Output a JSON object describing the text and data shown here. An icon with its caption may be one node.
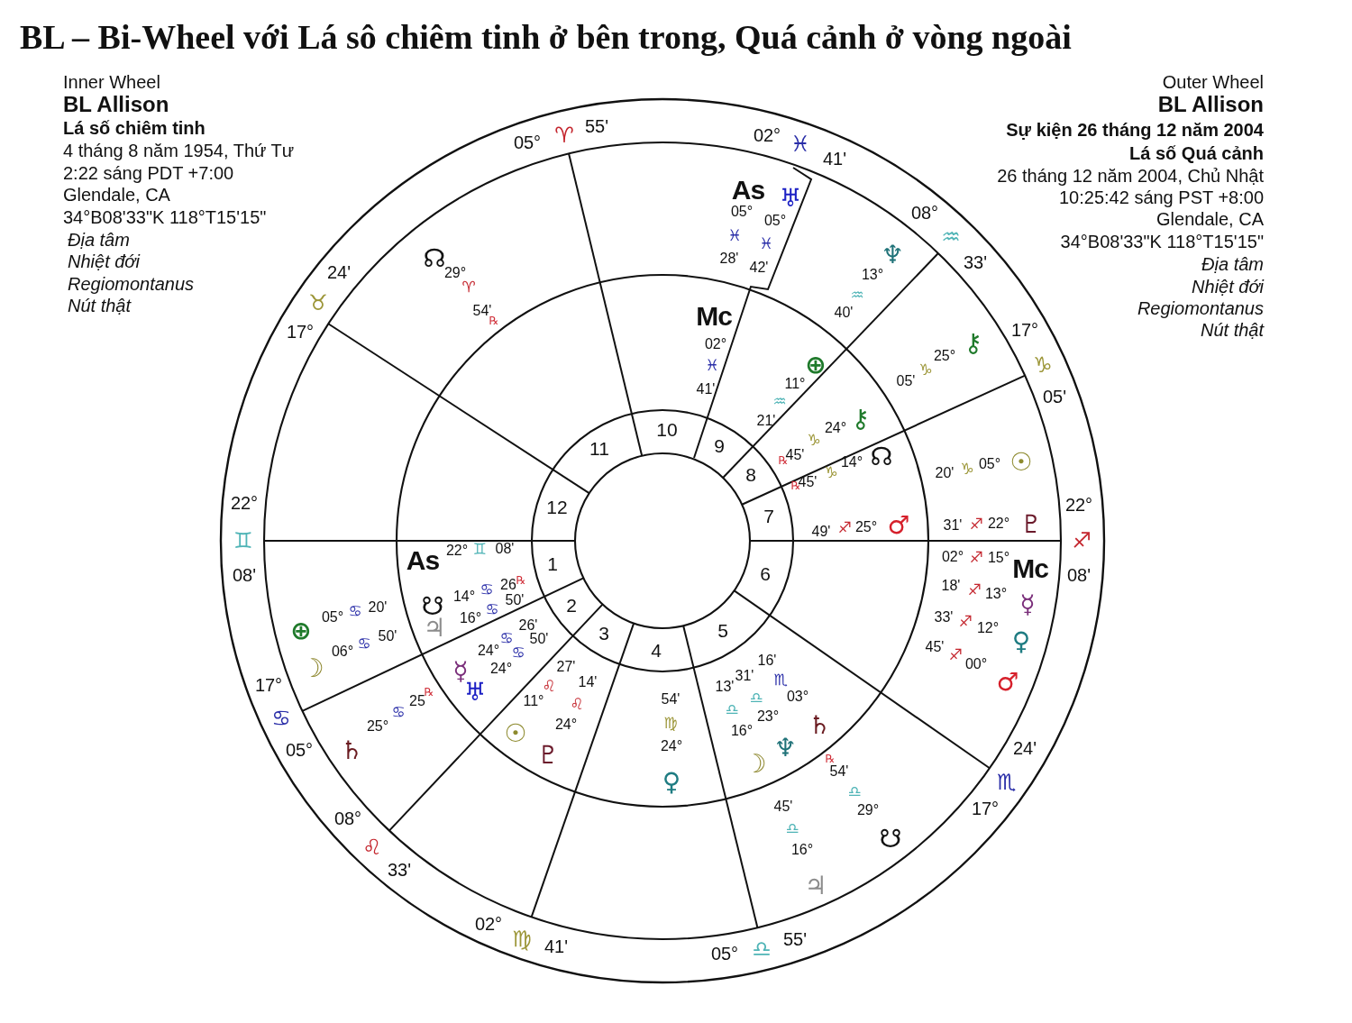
{
  "diagram": {
    "title": "BL – Bi-Wheel với Lá sô chiêm tinh ở bên trong, Quá cảnh ở vòng ngoài",
    "labels": [
      "Inner Wheel",
      "BL Allison",
      "Lá số chiêm tinh",
      "4 tháng 8 năm 1954, Thứ Tư",
      "2:22 sáng PDT +7:00",
      "Glendale, CA",
      "34°B08'33\"K 118°T15'15\"",
      "Địa tâm",
      "Nhiệt đới",
      "Regiomontanus",
      "Nút thật",
      "Outer Wheel",
      "BL Allison",
      "Sự kiện 26 tháng 12 năm 2004",
      "Lá số Quá cảnh",
      "26 tháng 12 năm 2004, Chủ Nhật",
      "10:25:42 sáng PST +8:00",
      "Glendale, CA",
      "34°B08'33\"K 118°T15'15\"",
      "Địa tâm",
      "Nhiệt đới",
      "Regiomontanus",
      "Nút thật",
      "22°",
      "♊",
      "08'",
      "17°",
      "♋",
      "05°",
      "08°",
      "♌",
      "33'",
      "02°",
      "♍",
      "41'",
      "05°",
      "♎",
      "55'",
      "24'",
      "♏",
      "17°",
      "22°",
      "♐",
      "08'",
      "17°",
      "♑",
      "05'",
      "08°",
      "♒",
      "33'",
      "02°",
      "♓",
      "41'",
      "05°",
      "♈",
      "55'",
      "24'",
      "♉",
      "17°",
      "1",
      "2",
      "3",
      "4",
      "5",
      "6",
      "7",
      "8",
      "9",
      "10",
      "11",
      "12",
      "As",
      "22°",
      "♊",
      "08'",
      "☋",
      "14°",
      "♋",
      "26",
      "℞",
      "♃",
      "16°",
      "♋",
      "50'",
      "☿",
      "24°",
      "♋",
      "26'",
      "♅",
      "24°",
      "♋",
      "50'",
      "☉",
      "11°",
      "♌",
      "27'",
      "♇",
      "24°",
      "♌",
      "14'",
      "♀",
      "24°",
      "♍",
      "54'",
      "☽",
      "16°",
      "♎",
      "13'",
      "♆",
      "23°",
      "♎",
      "31'",
      "♄",
      "03°",
      "♏",
      "16'",
      "♂",
      "25°",
      "♐",
      "49'",
      "☊",
      "14°",
      "♑",
      "45'",
      "℞",
      "⚷",
      "24°",
      "♑",
      "45'",
      "℞",
      "⊕",
      "11°",
      "♒",
      "21'",
      "Mc",
      "02°",
      "♓",
      "41'",
      "As",
      "05°",
      "♓",
      "28'",
      "♅",
      "05°",
      "♓",
      "42'",
      "♆",
      "13°",
      "♒",
      "40'",
      "⚷",
      "25°",
      "♑",
      "05'",
      "☉",
      "05°",
      "♑",
      "20'",
      "♇",
      "22°",
      "♐",
      "31'",
      "Mc",
      "15°",
      "♐",
      "02°",
      "☿",
      "13°",
      "♐",
      "18'",
      "♀",
      "12°",
      "♐",
      "33'",
      "♂",
      "00°",
      "♐",
      "45'",
      "☋",
      "29°",
      "♎",
      "54'",
      "℞",
      "♃",
      "16°",
      "♎",
      "45'",
      "♄",
      "25°",
      "♋",
      "25",
      "℞",
      "☽",
      "06°",
      "♋",
      "50'",
      "⊕",
      "05°",
      "♋",
      "20'",
      "☊",
      "29°",
      "♈",
      "54'",
      "℞"
    ]
  }
}
